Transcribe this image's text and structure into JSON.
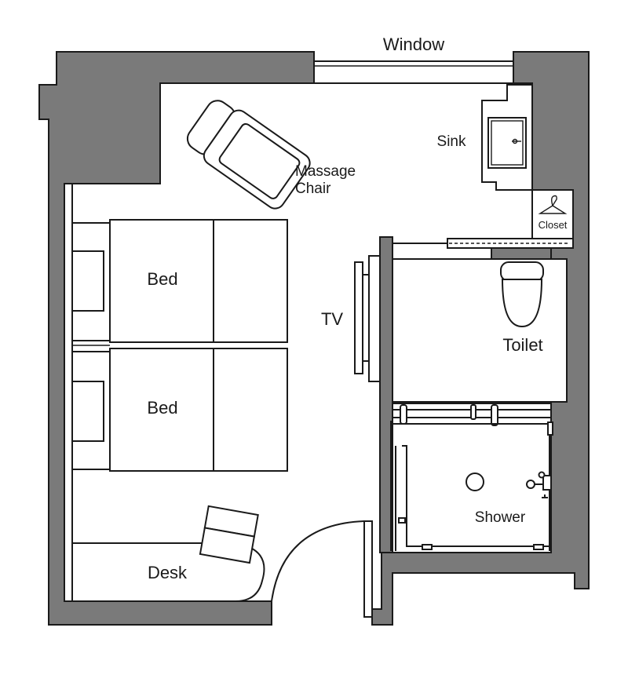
{
  "labels": {
    "window": "Window",
    "sink": "Sink",
    "massage_chair_line1": "Massage",
    "massage_chair_line2": "Chair",
    "closet": "Closet",
    "bed_upper": "Bed",
    "bed_lower": "Bed",
    "tv": "TV",
    "toilet": "Toilet",
    "shower": "Shower",
    "desk": "Desk"
  },
  "icons": {
    "closet": "hanger-icon",
    "shower": "shower-head-icon"
  },
  "colors": {
    "wall": "#7a7a7a",
    "line": "#1a1a1a",
    "floor": "#ffffff"
  }
}
